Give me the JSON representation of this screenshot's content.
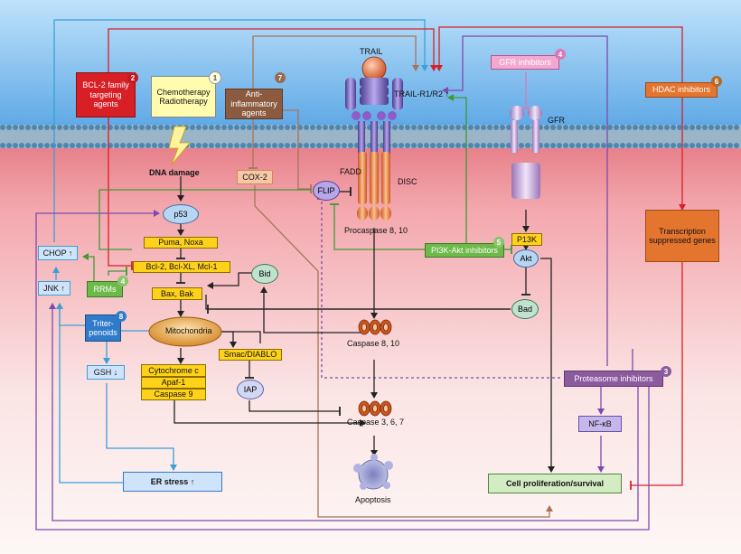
{
  "labels": {
    "trail": "TRAIL",
    "trail_r": "TRAIL-R1/R2 ↑",
    "fadd": "FADD",
    "disc": "DISC",
    "flip": "FLIP",
    "procaspase": "Procaspase 8, 10",
    "gfr": "GFR",
    "gfr_inhib": "GFR inhibitors",
    "hdac": "HDAC inhibitors",
    "transcription": "Transcription suppressed genes",
    "bcl2_agents": "BCL-2 family targeting agents",
    "chemo": "Chemotherapy Radiotherapy",
    "antiinf": "Anti- inflammatory agents",
    "dna_damage": "DNA damage",
    "cox2": "COX-2",
    "p53": "p53",
    "puma": "Puma, Noxa",
    "bcl2": "Bcl-2, Bcl-XL, Mcl-1",
    "baxbak": "Bax, Bak",
    "bid": "Bid",
    "mito": "Mitochondria",
    "triter": "Triter- penoids",
    "smac": "Smac/DIABLO",
    "iap": "IAP",
    "cytc": "Cytochrome c",
    "apaf": "Apaf-1",
    "casp9": "Caspase 9",
    "casp810": "Caspase 8, 10",
    "casp367": "Caspase 3, 6, 7",
    "apoptosis": "Apoptosis",
    "chop": "CHOP ↑",
    "jnk": "JNK ↑",
    "rrms": "RRMs",
    "gsh": "GSH ↓",
    "er": "ER stress ↑",
    "pi3k_inhib": "PI3K-Akt inhibitors",
    "p13k": "P13K",
    "akt": "Akt",
    "bad": "Bad",
    "proteasome": "Proteasome inhibitors",
    "nfkb": "NF-κB",
    "cell": "Cell proliferation/survival"
  },
  "badges": {
    "n1": "1",
    "n2": "2",
    "n3": "3",
    "n4a": "4",
    "n4b": "4",
    "n5": "5",
    "n6": "6",
    "n7": "7",
    "n8": "8"
  },
  "colors": {
    "extracellular": "#6ab2ea",
    "cytoplasm": "#f5b7b9",
    "red": "#d81f26",
    "cyan": "#3aa0d5",
    "brown": "#a5755a",
    "purple": "#7d4bb0",
    "green": "#3e9a35",
    "blue": "#2f7bc9",
    "orange": "#e06b2e",
    "yellow": "#ffd21a"
  }
}
